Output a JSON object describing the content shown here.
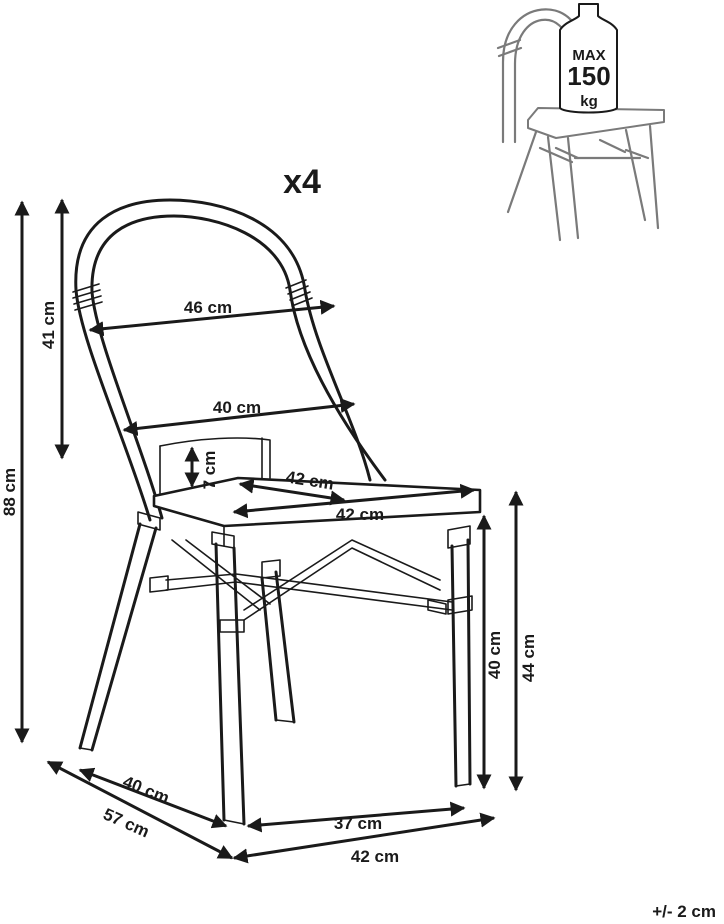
{
  "quantity": "x4",
  "max_load": {
    "line1": "MAX",
    "line2": "150",
    "line3": "kg"
  },
  "dimensions": {
    "backrest_height": "41 cm",
    "total_height": "88 cm",
    "backrest_width_top": "46 cm",
    "backrest_width_bottom": "40 cm",
    "backrest_gap": "7 cm",
    "seat_depth": "42 cm",
    "seat_width": "42 cm",
    "seat_height_inner": "40 cm",
    "seat_height": "44 cm",
    "base_depth_inner": "40 cm",
    "total_depth": "57 cm",
    "base_width_inner": "37 cm",
    "total_width": "42 cm"
  },
  "tolerance": "+/- 2 cm"
}
